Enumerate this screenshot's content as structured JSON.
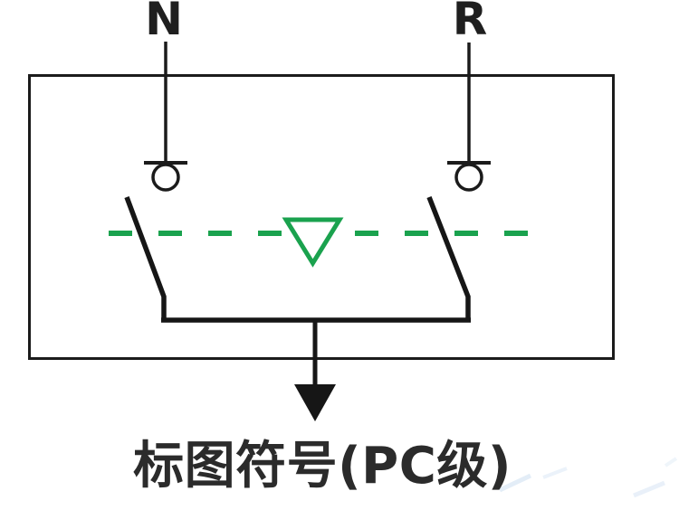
{
  "diagram": {
    "terminals": [
      {
        "label": "N"
      },
      {
        "label": "R"
      }
    ],
    "caption": "标图符号(PC级)",
    "icons": {
      "actuator": "down-triangle-icon",
      "output": "down-arrow-icon"
    },
    "colors": {
      "line": "#1b1b1b",
      "accent_green": "#1aa24e",
      "background": "#ffffff",
      "caption_text": "#2b2b2b",
      "watermark_blue": "#c3d9ef"
    }
  }
}
